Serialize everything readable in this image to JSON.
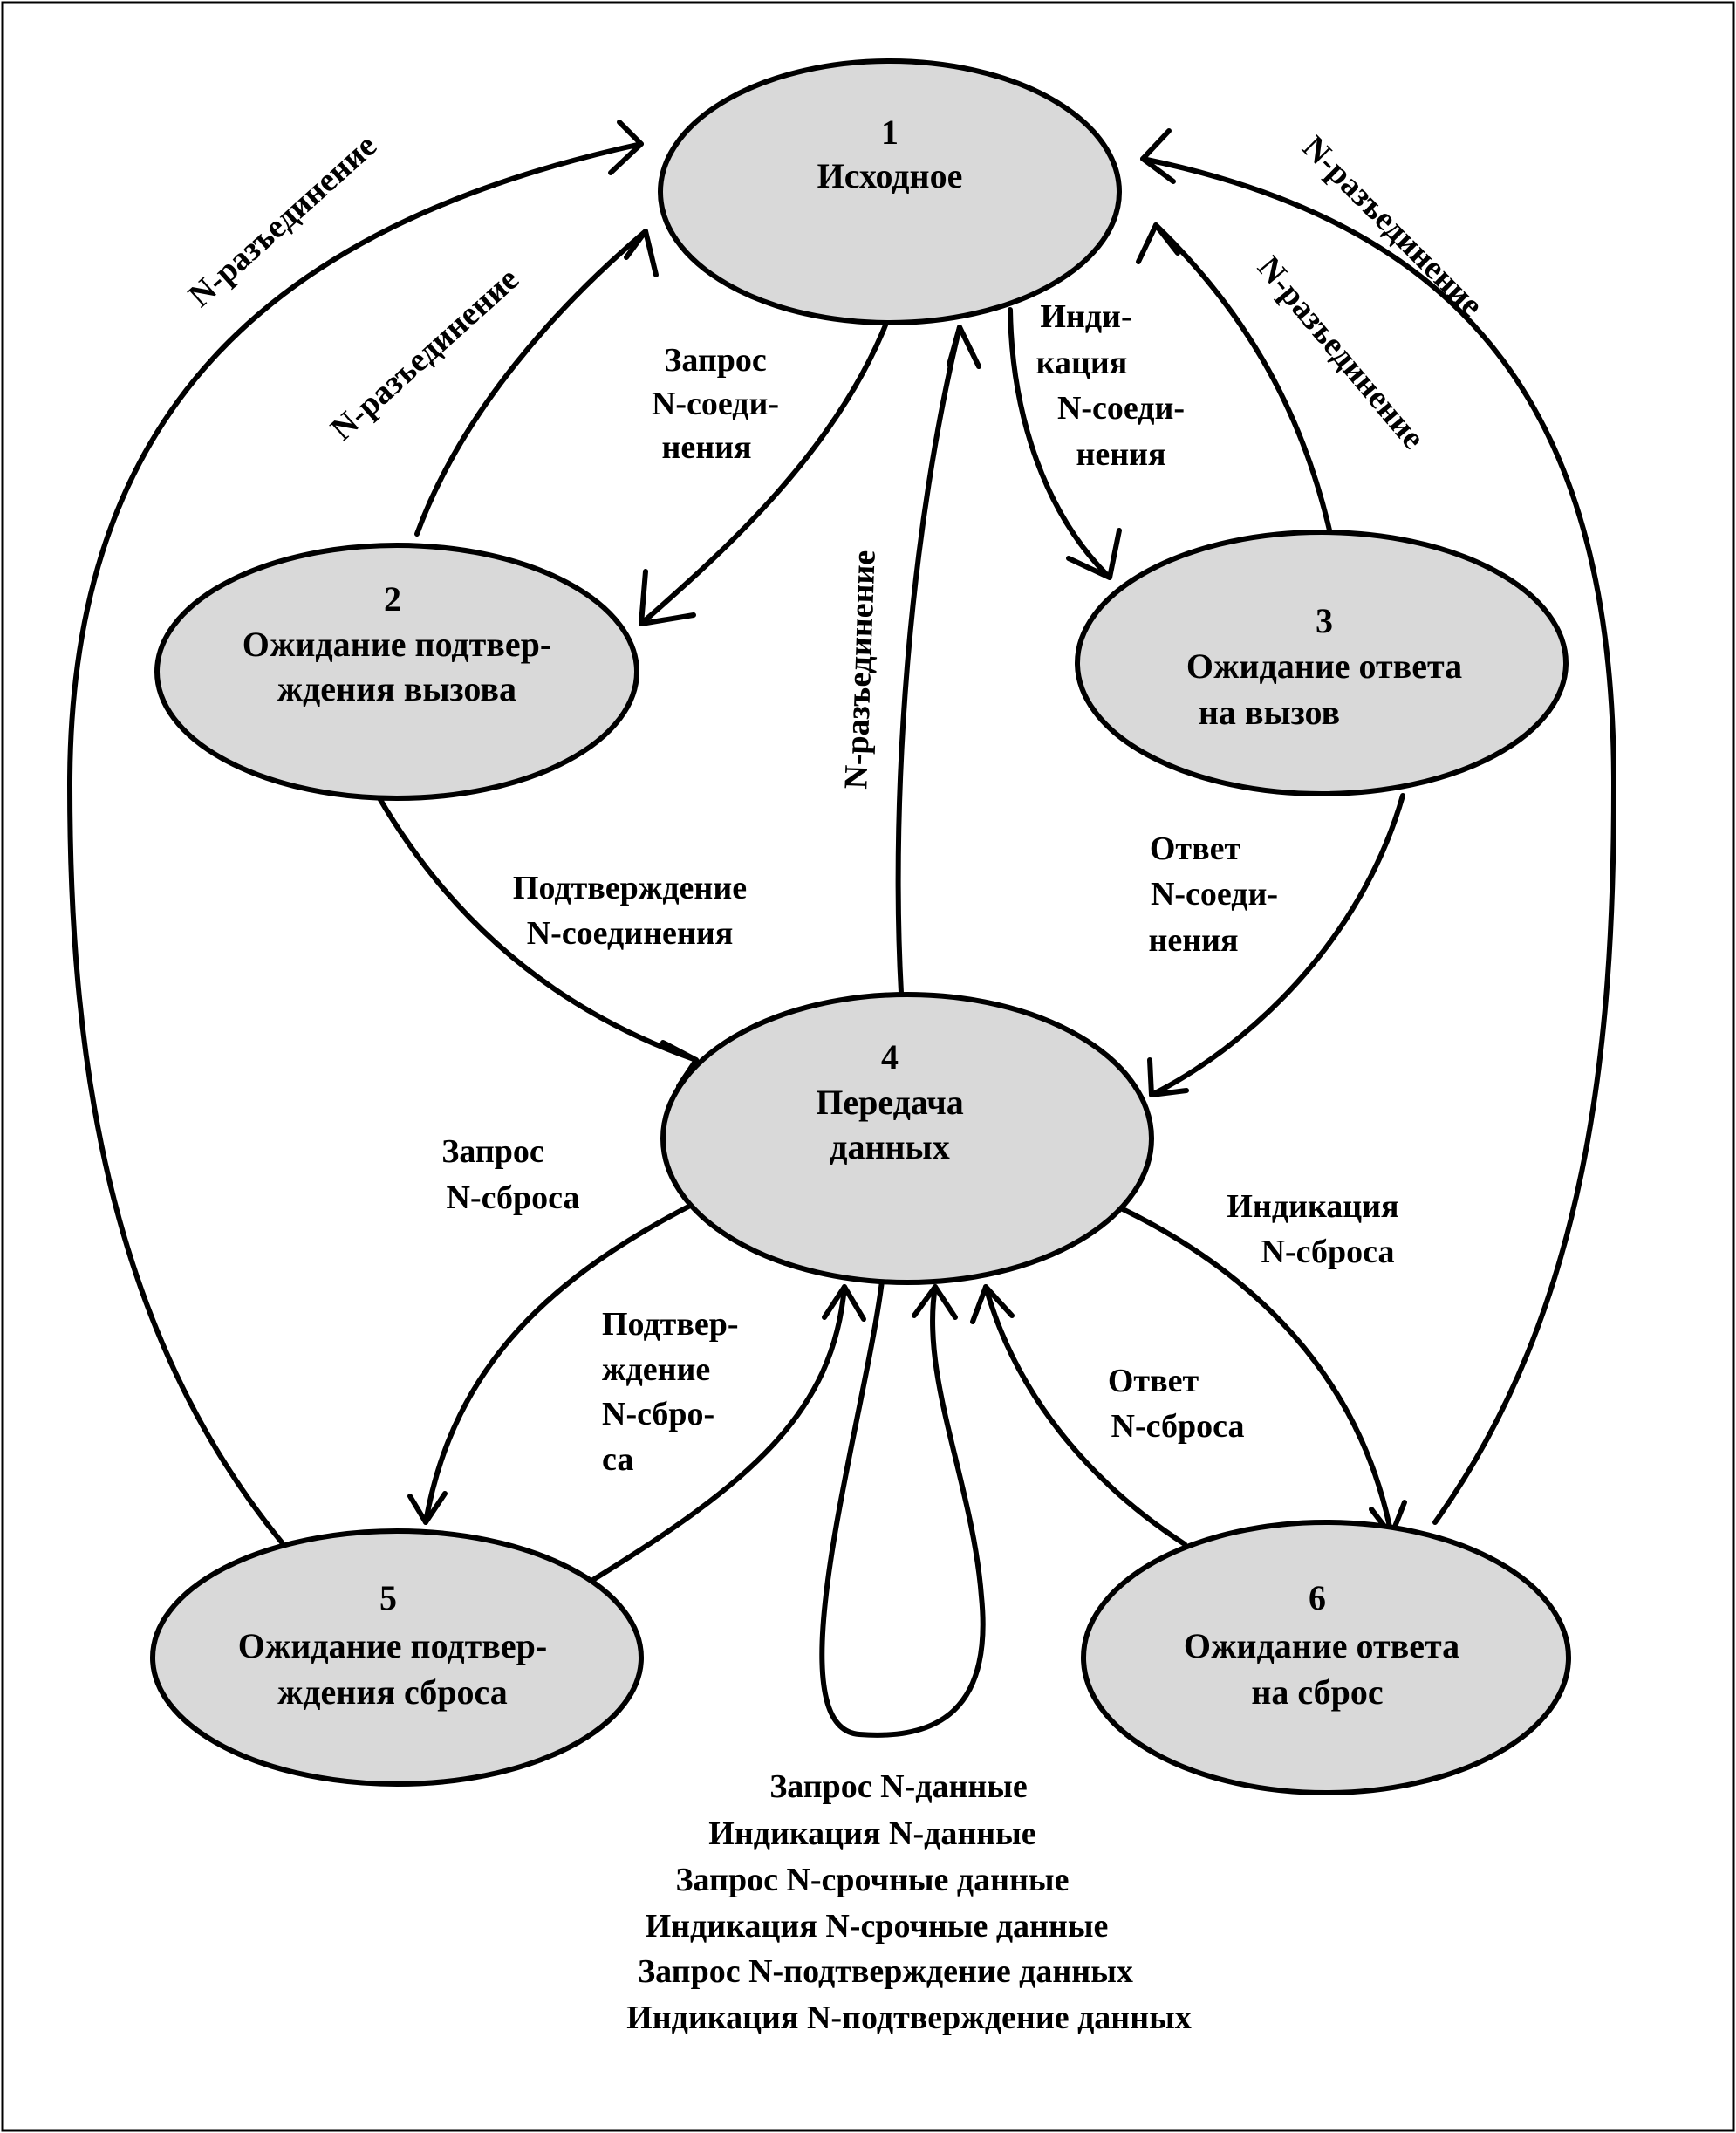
{
  "nodes": [
    {
      "id": "1",
      "number": "1",
      "lines": [
        "Исходное"
      ]
    },
    {
      "id": "2",
      "number": "2",
      "lines": [
        "Ожидание подтвер-",
        "ждения вызова"
      ]
    },
    {
      "id": "3",
      "number": "3",
      "lines": [
        "Ожидание ответа",
        "на вызов"
      ]
    },
    {
      "id": "4",
      "number": "4",
      "lines": [
        "Передача",
        "данных"
      ]
    },
    {
      "id": "5",
      "number": "5",
      "lines": [
        "Ожидание подтвер-",
        "ждения сброса"
      ]
    },
    {
      "id": "6",
      "number": "6",
      "lines": [
        "Ожидание ответа",
        "на сброс"
      ]
    }
  ],
  "edges": [
    {
      "id": "e-1-2",
      "from": "1",
      "to": "2",
      "lines": [
        "Запрос",
        "N-соеди-",
        "нения"
      ]
    },
    {
      "id": "e-1-3",
      "from": "1",
      "to": "3",
      "lines": [
        "Инди-",
        "кация",
        "N-соеди-",
        "нения"
      ]
    },
    {
      "id": "e-2-4",
      "from": "2",
      "to": "4",
      "lines": [
        "Подтверждение",
        "N-соединения"
      ]
    },
    {
      "id": "e-3-4",
      "from": "3",
      "to": "4",
      "lines": [
        "Ответ",
        "N-соеди-",
        "нения"
      ]
    },
    {
      "id": "e-4-5",
      "from": "4",
      "to": "5",
      "lines": [
        "Запрос",
        "N-сброса"
      ]
    },
    {
      "id": "e-5-4",
      "from": "5",
      "to": "4",
      "lines": [
        "Подтвер-",
        "ждение",
        "N-сбро-",
        "са"
      ]
    },
    {
      "id": "e-4-6",
      "from": "4",
      "to": "6",
      "lines": [
        "Индикация",
        "N-сброса"
      ]
    },
    {
      "id": "e-6-4",
      "from": "6",
      "to": "4",
      "lines": [
        "Ответ",
        "N-сброса"
      ]
    },
    {
      "id": "e-2-1",
      "from": "2",
      "to": "1",
      "lines": [
        "N-разъединение"
      ]
    },
    {
      "id": "e-5-1",
      "from": "5",
      "to": "1",
      "lines": [
        "N-разъединение"
      ]
    },
    {
      "id": "e-3-1",
      "from": "3",
      "to": "1",
      "lines": [
        "N-разъединение"
      ]
    },
    {
      "id": "e-6-1",
      "from": "6",
      "to": "1",
      "lines": [
        "N-разъединение"
      ]
    },
    {
      "id": "e-4-1",
      "from": "4",
      "to": "1",
      "lines": [
        "N-разъединение"
      ]
    },
    {
      "id": "e-4-4",
      "from": "4",
      "to": "4",
      "lines": [
        "Запрос N-данные",
        "Индикация N-данные",
        "Запрос N-срочные данные",
        "Индикация N-срочные данные",
        "Запрос N-подтверждение данных",
        "Индикация N-подтверждение данных"
      ]
    }
  ]
}
